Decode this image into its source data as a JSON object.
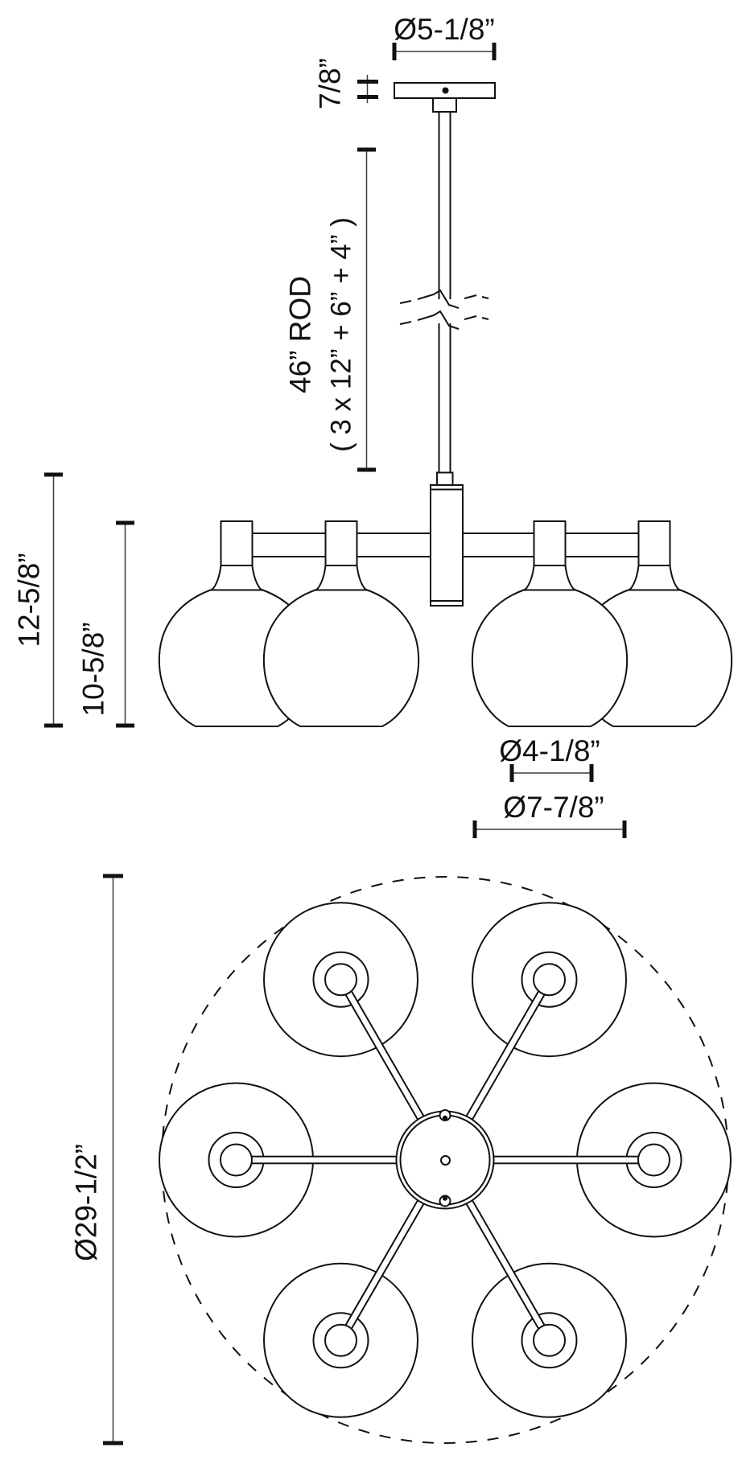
{
  "views": {
    "elevation": {
      "labels": {
        "canopy_diameter": "Ø5-1/8”",
        "canopy_height": "7/8”",
        "rod_length": "46” ROD",
        "rod_breakdown": "( 3 x 12” + 6” + 4” )",
        "fixture_height": "12-5/8”",
        "glass_height": "10-5/8”",
        "glass_opening_diameter": "Ø4-1/8”",
        "glass_diameter": "Ø7-7/8”"
      }
    },
    "plan": {
      "labels": {
        "overall_diameter": "Ø29-1/2”"
      }
    }
  },
  "style": {
    "line_color": "#111111",
    "dim_line_color": "#3c3c3c",
    "background": "#ffffff"
  }
}
